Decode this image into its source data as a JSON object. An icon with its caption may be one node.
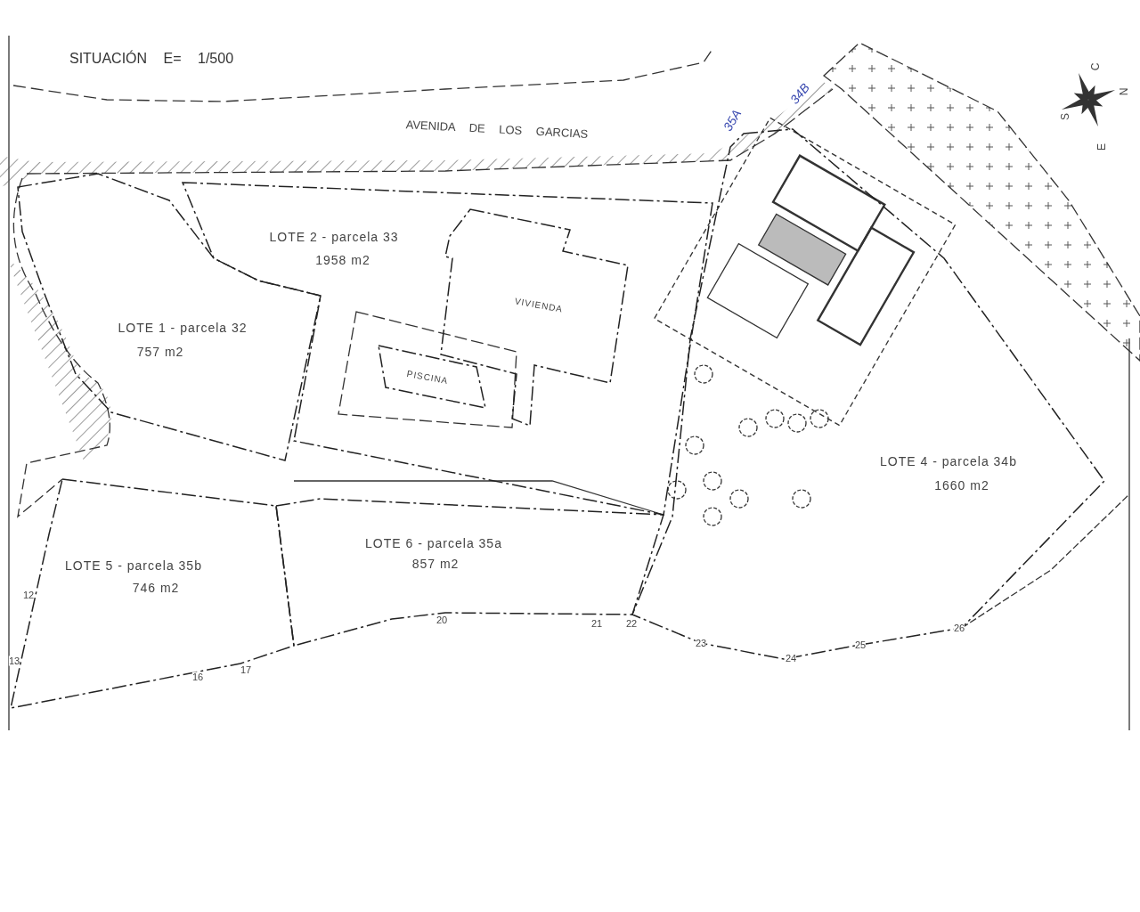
{
  "diagram": {
    "title": "SITUACIÓN E= 1/500",
    "nodes": [
      {
        "text": [
          "LOTE 1 - parcela 32",
          "757 m2"
        ]
      },
      {
        "text": [
          "LOTE 2 - parcela 33",
          "1958 m2"
        ]
      },
      {
        "text": [
          "VIVIENDA"
        ],
        "in": 1
      },
      {
        "text": [
          "PISCINA"
        ],
        "in": 1
      },
      {
        "text": [
          "LOTE 4 - parcela 34b",
          "1660 m2"
        ]
      },
      {
        "text": [
          "LOTE 5 - parcela 35b",
          "746 m2"
        ]
      },
      {
        "text": [
          "LOTE 6 - parcela 35a",
          "857 m2"
        ]
      }
    ],
    "labels": [
      "AVENIDA DE LOS GARCIAS",
      "35A",
      "34B",
      "C",
      "N",
      "S",
      "E",
      "12",
      "13",
      "16",
      "17",
      "20",
      "21",
      "22",
      "23",
      "24",
      "25",
      "26"
    ]
  }
}
